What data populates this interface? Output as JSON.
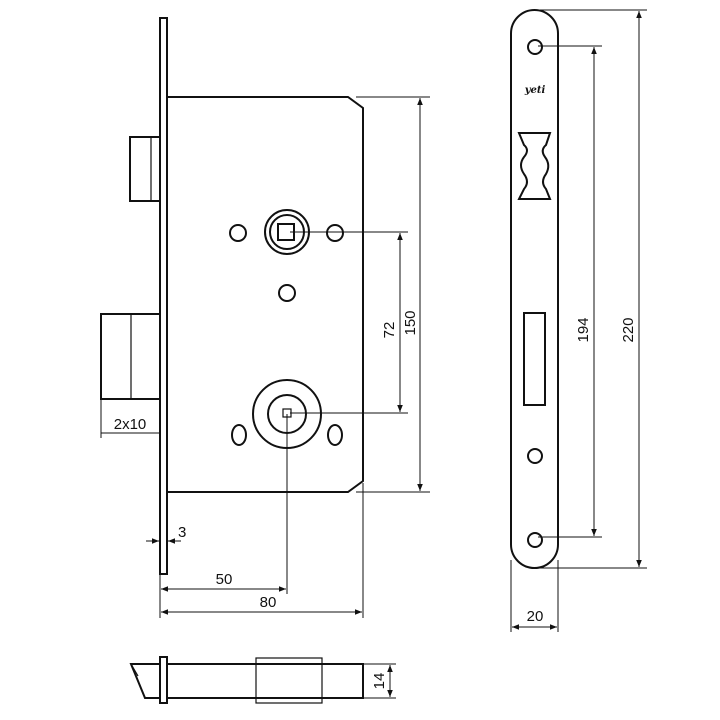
{
  "drawing": {
    "title": "",
    "brand_mark": "yeti",
    "dimensions": {
      "backset": "50",
      "case_width": "80",
      "case_height": "150",
      "spindle_to_keyhole": "72",
      "forend_thickness": "3",
      "bolt_section": "2x10",
      "forend_width": "20",
      "forend_length": "220",
      "screw_spacing": "194",
      "bolt_height": "14"
    }
  }
}
